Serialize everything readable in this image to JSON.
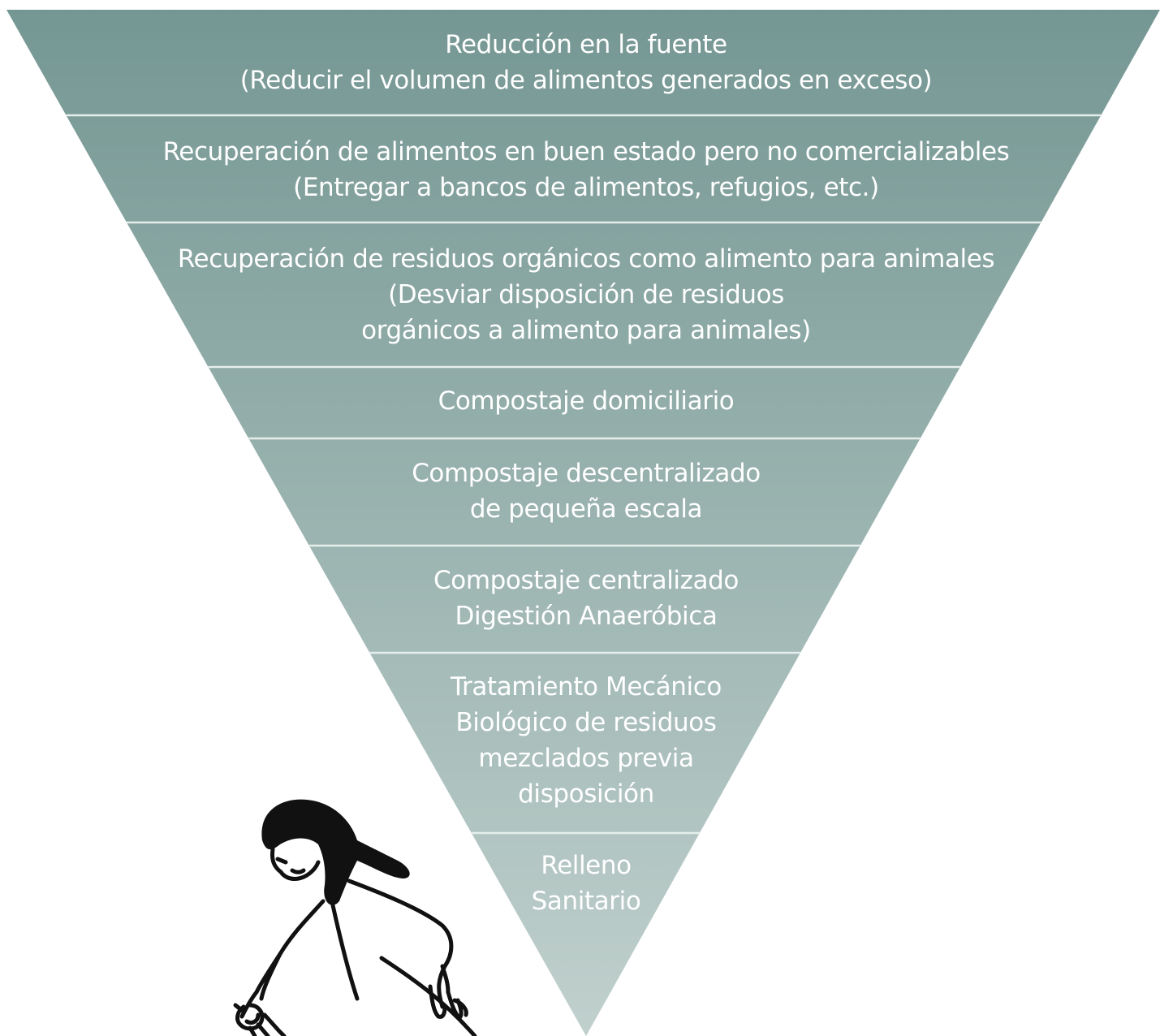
{
  "colors": {
    "top": "#759793",
    "bottom": "#c0d0cd",
    "divider": "#e6eeec",
    "text": "#ffffff",
    "ink": "#111111"
  },
  "tiers": [
    {
      "lines": [
        "Reducción en la fuente",
        "(Reducir el volumen de alimentos generados en exceso)"
      ]
    },
    {
      "lines": [
        "Recuperación de alimentos en buen estado pero no comercializables",
        "(Entregar a bancos de alimentos, refugios, etc.)"
      ]
    },
    {
      "lines": [
        "Recuperación de residuos orgánicos como alimento para animales",
        "(Desviar disposición de residuos",
        "orgánicos a alimento para animales)"
      ]
    },
    {
      "lines": [
        "Compostaje domiciliario"
      ]
    },
    {
      "lines": [
        "Compostaje descentralizado",
        "de pequeña escala"
      ]
    },
    {
      "lines": [
        "Compostaje centralizado",
        "Digestión Anaeróbica"
      ]
    },
    {
      "lines": [
        "Tratamiento Mecánico",
        "Biológico de residuos",
        "mezclados previa",
        "disposición"
      ]
    },
    {
      "lines": [
        "Relleno",
        "Sanitario"
      ]
    }
  ],
  "illustration": {
    "subject": "woman-bending-illustration"
  }
}
